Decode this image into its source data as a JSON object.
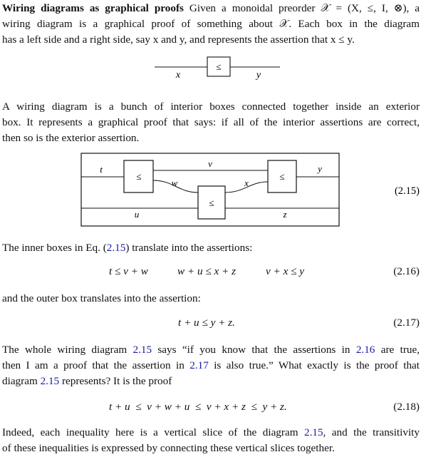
{
  "intro": {
    "heading": "Wiring diagrams as graphical proofs",
    "l1": "Given a monoidal preorder 𝒳 = (X, ≤, I, ⊗), a",
    "l2": "wiring diagram is a graphical proof of something about 𝒳. Each box in the diagram",
    "l3": "has a left side and a right side, say x and y, and represents the assertion that x ≤ y."
  },
  "small_diagram": {
    "box": "≤",
    "left_wire": "x",
    "right_wire": "y"
  },
  "p2": {
    "l1": "A wiring diagram is a bunch of interior boxes connected together inside an exterior",
    "l2": "box. It represents a graphical proof that says: if all of the interior assertions are correct,",
    "l3": "then so is the exterior assertion."
  },
  "big_diagram": {
    "wires": {
      "t": "t",
      "v": "v",
      "w": "w",
      "x": "x",
      "u": "u",
      "z": "z",
      "y": "y"
    },
    "box1": "≤",
    "box2": "≤",
    "box3": "≤",
    "number": "(2.15)"
  },
  "p3": {
    "pre": "The inner boxes in Eq. (",
    "ref": "2.15",
    "post": ") translate into the assertions:"
  },
  "eq216": {
    "a": "t ≤ v + w",
    "b": "w + u ≤ x + z",
    "c": "v + x ≤ y",
    "number": "(2.16)"
  },
  "p4": {
    "text": "and the outer box translates into the assertion:"
  },
  "eq217": {
    "body": "t + u ≤ y + z.",
    "number": "(2.17)"
  },
  "p5": {
    "l1_pre": "The whole wiring diagram ",
    "l1_ref1": "2.15",
    "l1_mid": " says “if you know that the assertions in ",
    "l1_ref2": "2.16",
    "l1_post": " are true,",
    "l2_pre": "then I am a proof that the assertion in ",
    "l2_ref": "2.17",
    "l2_post": " is also true.” What exactly is the proof that",
    "l3_pre": "diagram ",
    "l3_ref": "2.15",
    "l3_post": " represents? It is the proof"
  },
  "eq218": {
    "body": "t + u  ≤  v + w + u  ≤  v + x + z  ≤  y + z.",
    "number": "(2.18)"
  },
  "p6": {
    "l1_pre": "Indeed, each inequality here is a vertical slice of the diagram ",
    "l1_ref": "2.15",
    "l1_post": ", and the transitivity",
    "l2": "of these inequalities is expressed by connecting these vertical slices together."
  }
}
